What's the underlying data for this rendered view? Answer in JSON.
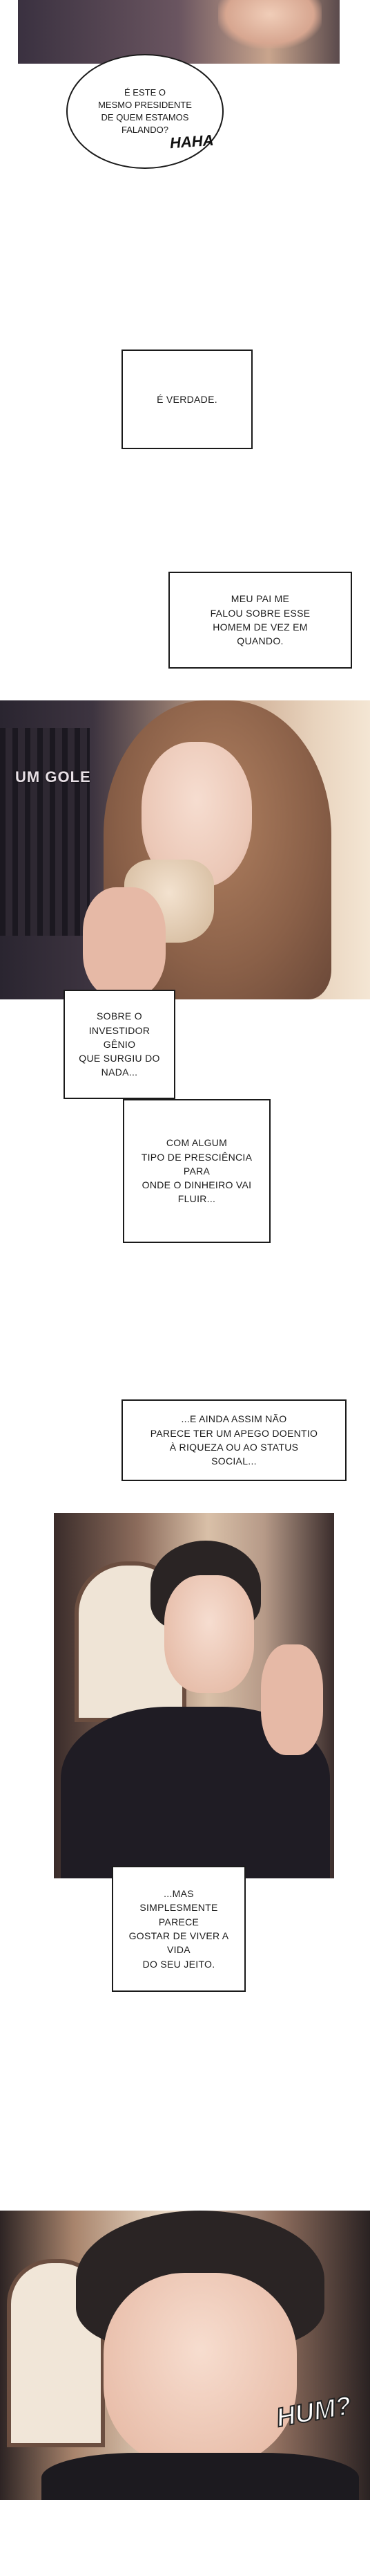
{
  "bubble_1": {
    "text": "É ESTE O\nMESMO PRESIDENTE\nDE QUEM ESTAMOS\nFALANDO?",
    "sfx": "HAHA"
  },
  "box_1": {
    "text": "É VERDADE."
  },
  "box_2": {
    "text": "MEU PAI ME\nFALOU SOBRE ESSE\nHOMEM DE VEZ EM\nQUANDO."
  },
  "panel_woman": {
    "sfx": "UM GOLE"
  },
  "box_3": {
    "text": "SOBRE O\nINVESTIDOR GÊNIO\nQUE SURGIU DO\nNADA..."
  },
  "box_4": {
    "text": "COM ALGUM\nTIPO DE PRESCIÊNCIA PARA\nONDE O DINHEIRO VAI\nFLUIR..."
  },
  "box_5": {
    "text": "...E AINDA ASSIM NÃO\nPARECE TER UM APEGO DOENTIO\nÀ RIQUEZA OU AO STATUS\nSOCIAL..."
  },
  "box_6": {
    "text": "...MAS\nSIMPLESMENTE PARECE\nGOSTAR DE VIVER A VIDA\nDO SEU JEITO."
  },
  "panel_man_smile": {
    "sfx": "HUM?"
  }
}
